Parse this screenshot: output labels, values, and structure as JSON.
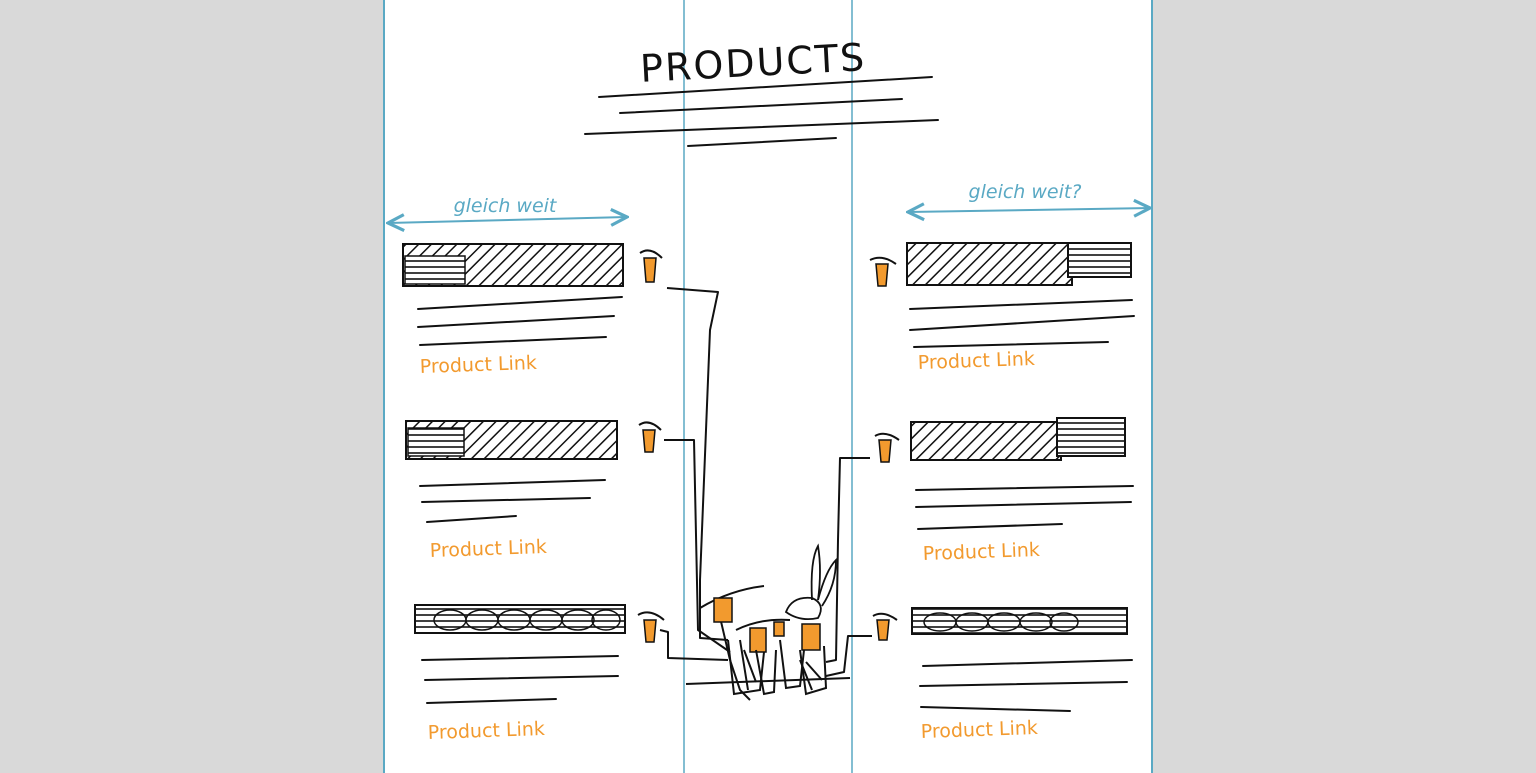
{
  "page": {
    "title": "PRODUCTS",
    "width_hint_left": "gleich weit",
    "width_hint_right": "gleich weit?"
  },
  "colors": {
    "background": "#d9d9d9",
    "canvas": "#ffffff",
    "guide": "#5aa9c4",
    "ink": "#111111",
    "accent": "#f29a2e"
  },
  "products_left": [
    {
      "link": "Product Link"
    },
    {
      "link": "Product Link"
    },
    {
      "link": "Product Link"
    }
  ],
  "products_right": [
    {
      "link": "Product Link"
    },
    {
      "link": "Product Link"
    },
    {
      "link": "Product Link"
    }
  ],
  "icons": [
    "cup-icon",
    "ice-cream-icon",
    "rabbit-icon"
  ]
}
